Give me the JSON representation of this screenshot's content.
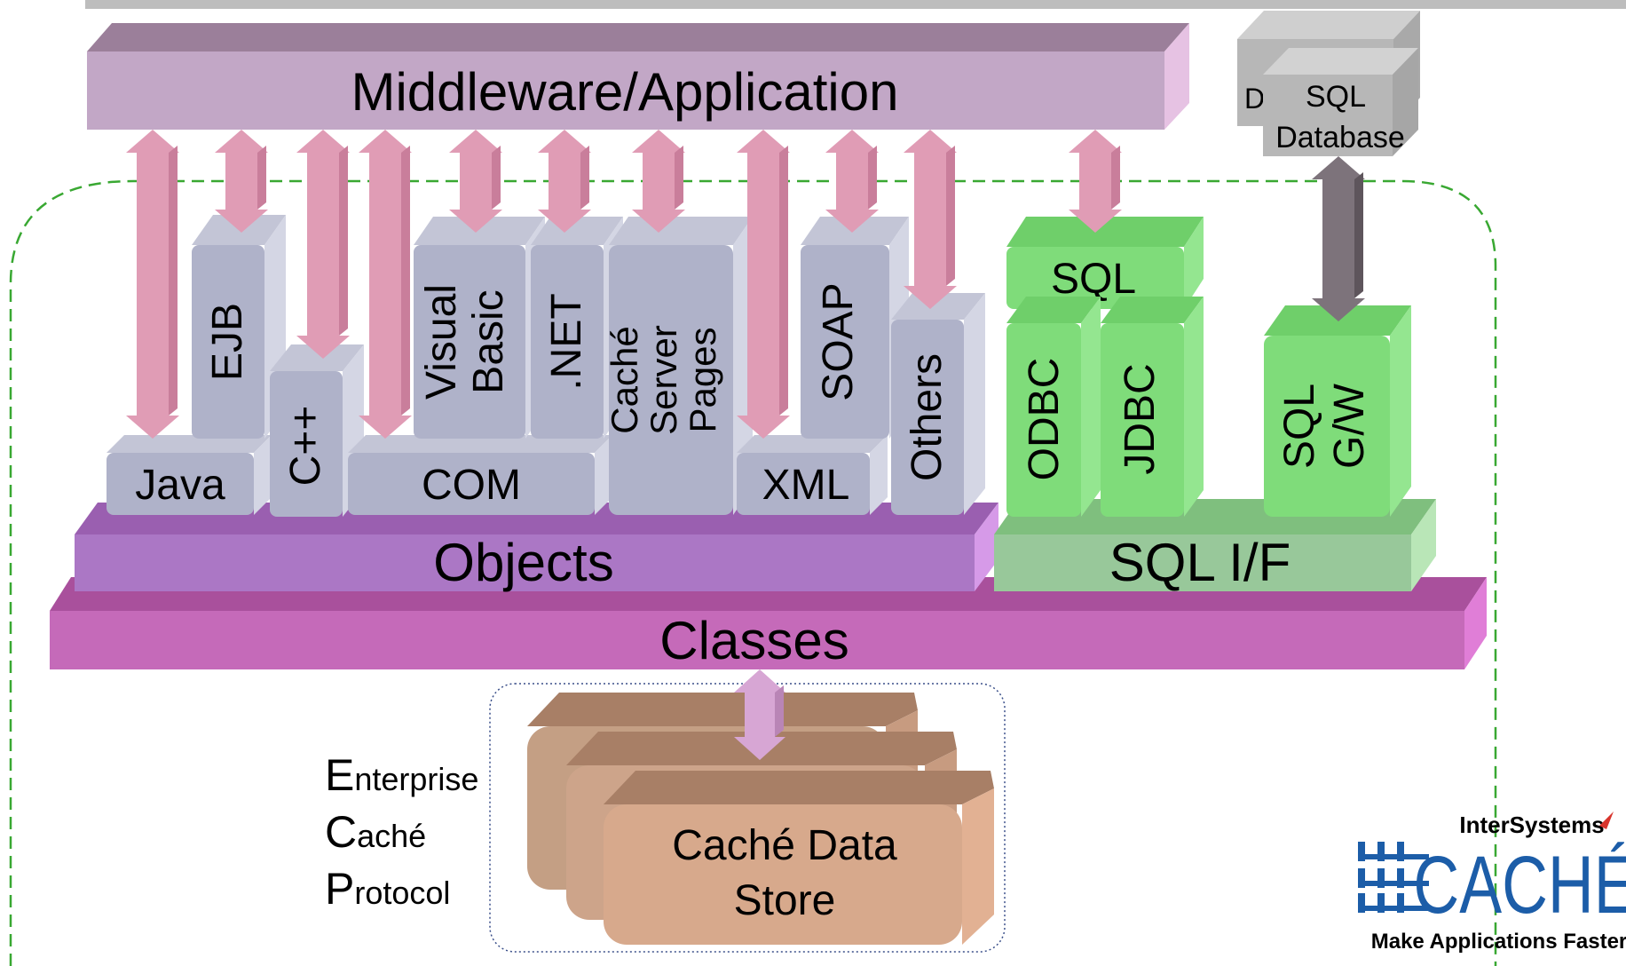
{
  "colors": {
    "middleware": "#c2a7c6",
    "objects": "#ab77c5",
    "classes": "#c56ab9",
    "block": "#afb2c9",
    "sql_green": "#7fdc7a",
    "sql_if": "#98c89a",
    "datastore": "#d7a98c",
    "db_gray": "#b7b7b7",
    "arrow_pink": "#e09cb5",
    "arrow_gray": "#7d737b",
    "dashed_green": "#39a832",
    "cache_blue": "#1c5da8"
  },
  "diagram": {
    "middleware": "Middleware/Application",
    "objects": "Objects",
    "classes": "Classes",
    "sql_if": "SQL I/F",
    "java": "Java",
    "ejb": "EJB",
    "cpp": "C++",
    "com": "COM",
    "visual_basic": [
      "Visual",
      "Basic"
    ],
    "dotnet": ".NET",
    "csp": [
      "Caché",
      "Server",
      "Pages"
    ],
    "xml": "XML",
    "soap": "SOAP",
    "others": "Others",
    "sql": "SQL",
    "odbc": "ODBC",
    "jdbc": "JDBC",
    "sql_gw": [
      "SQL",
      "G/W"
    ],
    "sql_database": [
      "SQL",
      "Database"
    ],
    "data_store": [
      "Caché Data",
      "Store"
    ],
    "ecp": [
      {
        "initial": "E",
        "rest": "nterprise"
      },
      {
        "initial": "C",
        "rest": "aché"
      },
      {
        "initial": "P",
        "rest": "rotocol"
      }
    ]
  },
  "logo": {
    "company": "InterSystems",
    "product": "CACHÉ",
    "tagline": "Make Applications Faster"
  }
}
